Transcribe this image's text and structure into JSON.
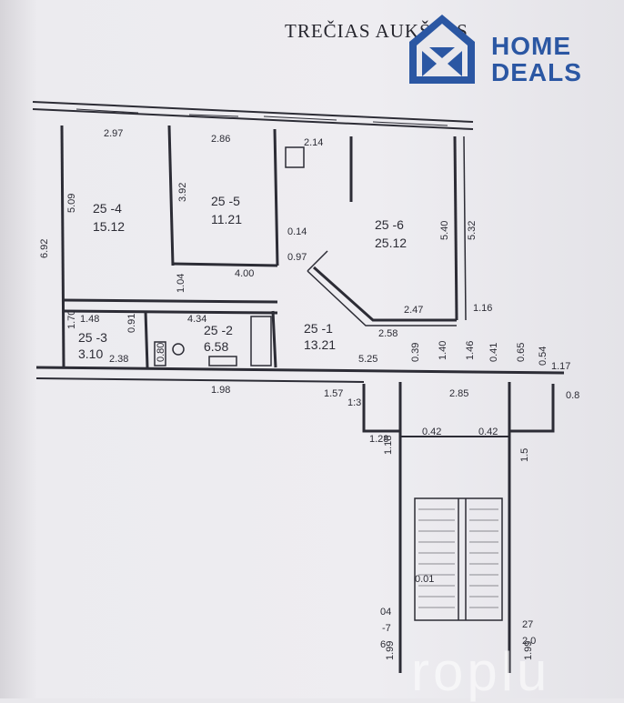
{
  "title": "TREČIAS AUKŠTAS",
  "logo": {
    "line1": "HOME",
    "line2": "DEALS",
    "color": "#2b57a3"
  },
  "watermark": "roplu",
  "rooms": [
    {
      "id": "25 -4",
      "area": "15.12"
    },
    {
      "id": "25 -5",
      "area": "11.21"
    },
    {
      "id": "25 -6",
      "area": "25.12"
    },
    {
      "id": "25 -3",
      "area": "3.10"
    },
    {
      "id": "25 -2",
      "area": "6.58"
    },
    {
      "id": "25 -1",
      "area": "13.21"
    }
  ],
  "dimensions": [
    "2.97",
    "2.86",
    "2.14",
    "5.09",
    "3.92",
    "0.14",
    "5.40",
    "5.32",
    "6.92",
    "0.97",
    "4.00",
    "1.04",
    "2.47",
    "1.16",
    "1.70",
    "1.48",
    "0.91",
    "4.34",
    "2.38",
    "0.80",
    "5.25",
    "2.58",
    "0.39",
    "1.40",
    "1.46",
    "0.41",
    "0.65",
    "0.54",
    "1.17",
    "1.98",
    "1.57",
    "2.85",
    "0.8",
    "1.28",
    "1.18",
    "0.42",
    "0.42",
    "0.01",
    "1.99",
    "1.99"
  ],
  "fragments": [
    "-7",
    "6",
    "27",
    "2.0",
    "04",
    "1:3",
    "1.5"
  ]
}
